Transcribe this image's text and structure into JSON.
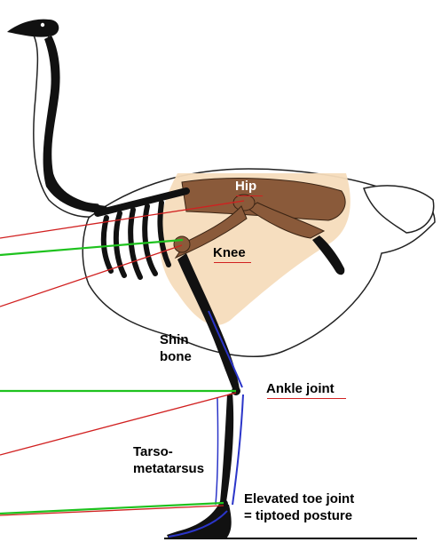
{
  "labels": {
    "hip": "Hip",
    "knee": "Knee",
    "shin_bone_line1": "Shin",
    "shin_bone_line2": "bone",
    "ankle_joint": "Ankle joint",
    "tarsometatarsus_line1": "Tarso-",
    "tarsometatarsus_line2": "metatarsus",
    "toe_joint_line1": "Elevated toe joint",
    "toe_joint_line2": "= tiptoed posture"
  },
  "colors": {
    "green_line": "#1ec21e",
    "red_line": "#d12020",
    "thigh_shading": "#f6dcbc",
    "bone_brown": "#8a5a3a",
    "skeleton_black": "#111111",
    "leg_outline_blue": "#2b35c9",
    "ground": "#000000"
  }
}
